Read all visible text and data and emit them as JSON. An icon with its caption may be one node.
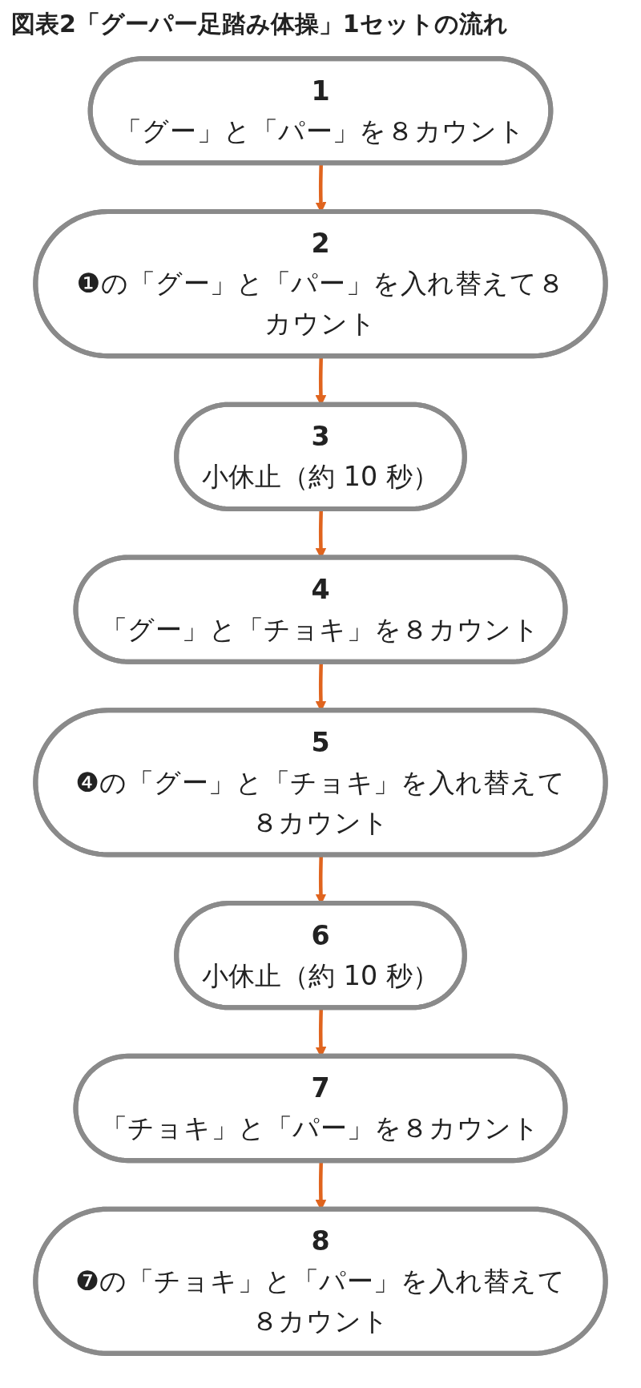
{
  "diagram": {
    "title": "図表2「グーパー足踏み体操」1セットの流れ",
    "nodes": [
      {
        "text": [
          "1",
          "「グー」と「パー」を８カウント"
        ]
      },
      {
        "text": [
          "2",
          "❶の「グー」と「パー」を入れ替えて８カウント"
        ]
      },
      {
        "text": [
          "3",
          "小休止（約 10 秒）"
        ]
      },
      {
        "text": [
          "4",
          "「グー」と「チョキ」を８カウント"
        ]
      },
      {
        "text": [
          "5",
          "❹の「グー」と「チョキ」を入れ替えて８カウント"
        ]
      },
      {
        "text": [
          "6",
          "小休止（約 10 秒）"
        ]
      },
      {
        "text": [
          "7",
          "「チョキ」と「パー」を８カウント"
        ]
      },
      {
        "text": [
          "8",
          "❼の「チョキ」と「パー」を入れ替えて８カウント"
        ]
      }
    ],
    "edges": [
      {
        "from": 0,
        "to": 1,
        "arrow": "to"
      },
      {
        "from": 1,
        "to": 2,
        "arrow": "to"
      },
      {
        "from": 2,
        "to": 3,
        "arrow": "to"
      },
      {
        "from": 3,
        "to": 4,
        "arrow": "to"
      },
      {
        "from": 4,
        "to": 5,
        "arrow": "to"
      },
      {
        "from": 5,
        "to": 6,
        "arrow": "to"
      },
      {
        "from": 6,
        "to": 7,
        "arrow": "to"
      }
    ]
  }
}
